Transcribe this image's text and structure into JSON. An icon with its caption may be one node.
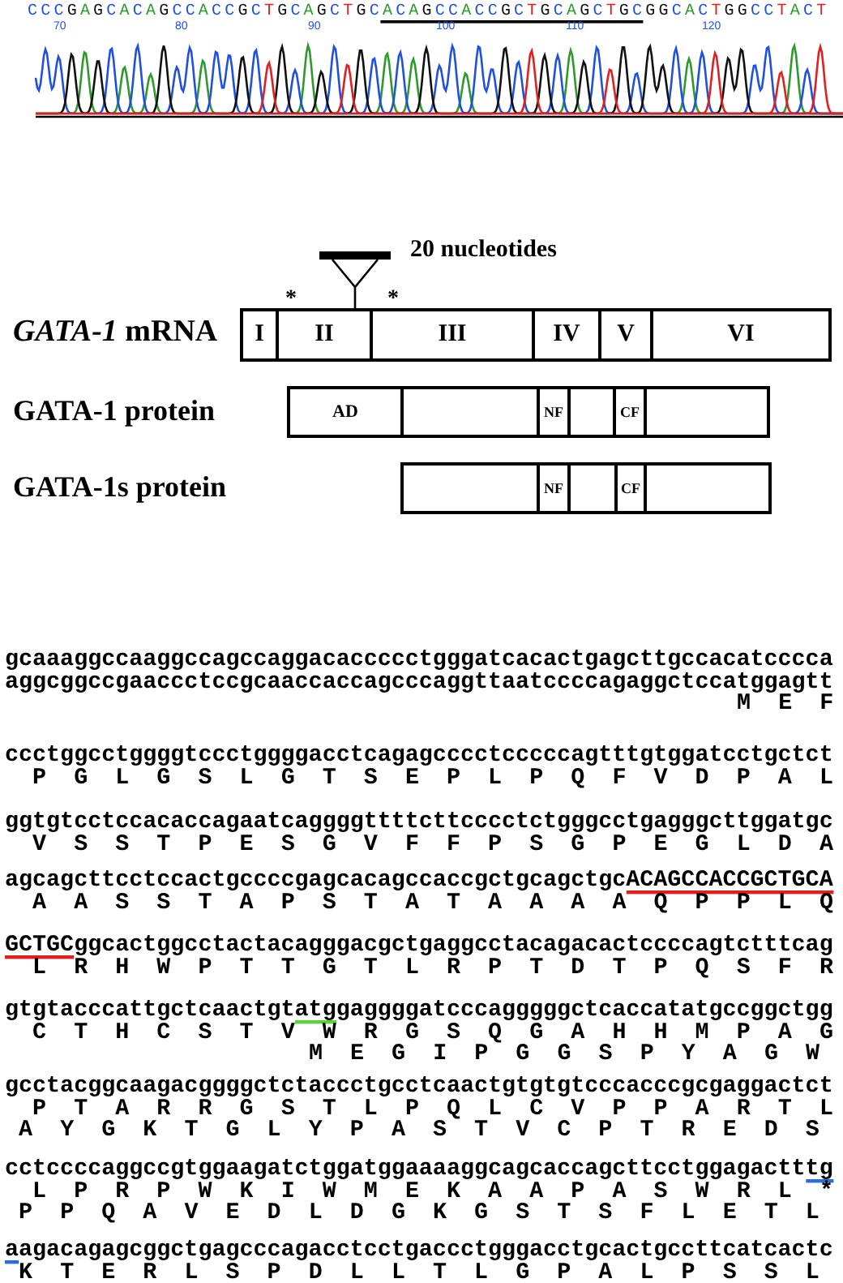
{
  "diagram": {
    "nodes": [
      {
        "text": [
          "I"
        ]
      },
      {
        "text": [
          "II"
        ]
      },
      {
        "text": [
          "III"
        ]
      },
      {
        "text": [
          "IV"
        ]
      },
      {
        "text": [
          "V"
        ]
      },
      {
        "text": [
          "VI"
        ]
      },
      {
        "text": [
          "AD"
        ]
      },
      {
        "text": [],
        "shape": "box"
      },
      {
        "text": [
          "NF"
        ]
      },
      {
        "text": [],
        "shape": "box"
      },
      {
        "text": [
          "CF"
        ]
      },
      {
        "text": [],
        "shape": "box"
      },
      {
        "text": [],
        "shape": "box"
      },
      {
        "text": [
          "NF"
        ]
      },
      {
        "text": [],
        "shape": "box"
      },
      {
        "text": [
          "CF"
        ]
      },
      {
        "text": [],
        "shape": "box"
      }
    ],
    "labels": [
      "CCCGAGCACAGCCACCGCTGCAGCTGCACAGCCACCGCTGCAGCTGCGGCACTGGCCTACT",
      "70",
      "80",
      "90",
      "100",
      "110",
      "120",
      "20 nucleotides",
      "*",
      "*",
      "*GATA-1* mRNA",
      "GATA-1 protein",
      "GATA-1s protein",
      "gcaaaggccaaggccagccaggacaccccctgggatcacactgagcttgccacatcccca",
      "aggcggccgaaccctccgcaaccaccagcccaggttaatccccagaggctccatggagtt",
      "M E F",
      "ccctggcctggggtccctggggacctcagagcccctcccccagtttgtggatcctgctct",
      "P G L G S L G T S E P L P Q F V D P A L",
      "ggtgtcctccacaccagaatcaggggttttcttcccctctgggcctgagggcttggatgc",
      "V S S T P E S G V F F P S G P E G L D A",
      "agcagcttcctccactgccccgagcacagccaccgctgcagctgcACAGCCACCGCTGCA",
      "A A S S T A P S T A T A A A A Q P P L Q",
      "GCTGCggcactggcctactacagggacgctgaggcctacagacactccccagtctttcag",
      "L R H W P T T G T L R P T D T P Q S F R",
      "gtgtacccattgctcaactgtatggaggggatcccagggggctcaccatatgccggctgg",
      "C T H C S T V W R G S Q G A H H M P A G",
      "M E G I P G G S P Y A G W",
      "gcctacggcaagacggggctctaccctgcctcaactgtgtgtcccacccgcgaggactct",
      "P T A R R G S T L P Q L C V P P A R T L",
      "A Y G K T G L Y P A S T V C P T R E D S",
      "cctccccaggccgtggaagatctggatggaaaaggcagcaccagcttcctggagactttg",
      "L P R P W K I W M E K A A P A S W R L *",
      "P P Q A V E D L D G K G S T S F L E T L",
      "aagacagagcggctgagcccagacctcctgaccctgggacctgcactgccttcatcactc",
      "K T E R L S P D L L T L G P A L P S S L"
    ]
  }
}
